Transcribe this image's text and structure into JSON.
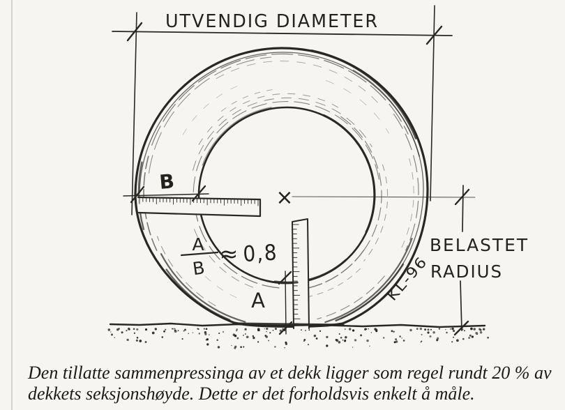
{
  "page": {
    "kind": "scanned book figure",
    "colors": {
      "paper": "#f6f5f1",
      "ink": "#2a2722",
      "caption_text": "#1b1a17"
    }
  },
  "diagram": {
    "top_dimension_label": "UTVENDIG DIAMETER",
    "right_dimension_label_line1": "BELASTET",
    "right_dimension_label_line2": "RADIUS",
    "section_width_label": "B",
    "section_height_label": "A",
    "center_mark": "×",
    "formula": {
      "numerator": "A",
      "denominator": "B",
      "relation": "≈",
      "value": "0,8"
    },
    "signature": "KL-96"
  },
  "caption": {
    "line1": "Den tillatte sammenpressinga av et dekk ligger som regel rundt 20 % av",
    "line2": "dekkets seksjonshøyde. Dette er det forholdsvis enkelt å måle."
  }
}
